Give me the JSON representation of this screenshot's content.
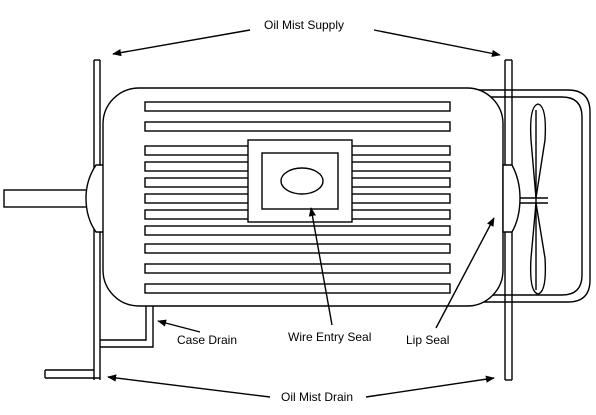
{
  "diagram": {
    "labels": {
      "oil_mist_supply": "Oil Mist Supply",
      "oil_mist_drain": "Oil Mist Drain",
      "case_drain": "Case Drain",
      "wire_entry_seal": "Wire Entry Seal",
      "lip_seal": "Lip Seal"
    },
    "colors": {
      "stroke": "#000000",
      "background": "#ffffff"
    }
  }
}
